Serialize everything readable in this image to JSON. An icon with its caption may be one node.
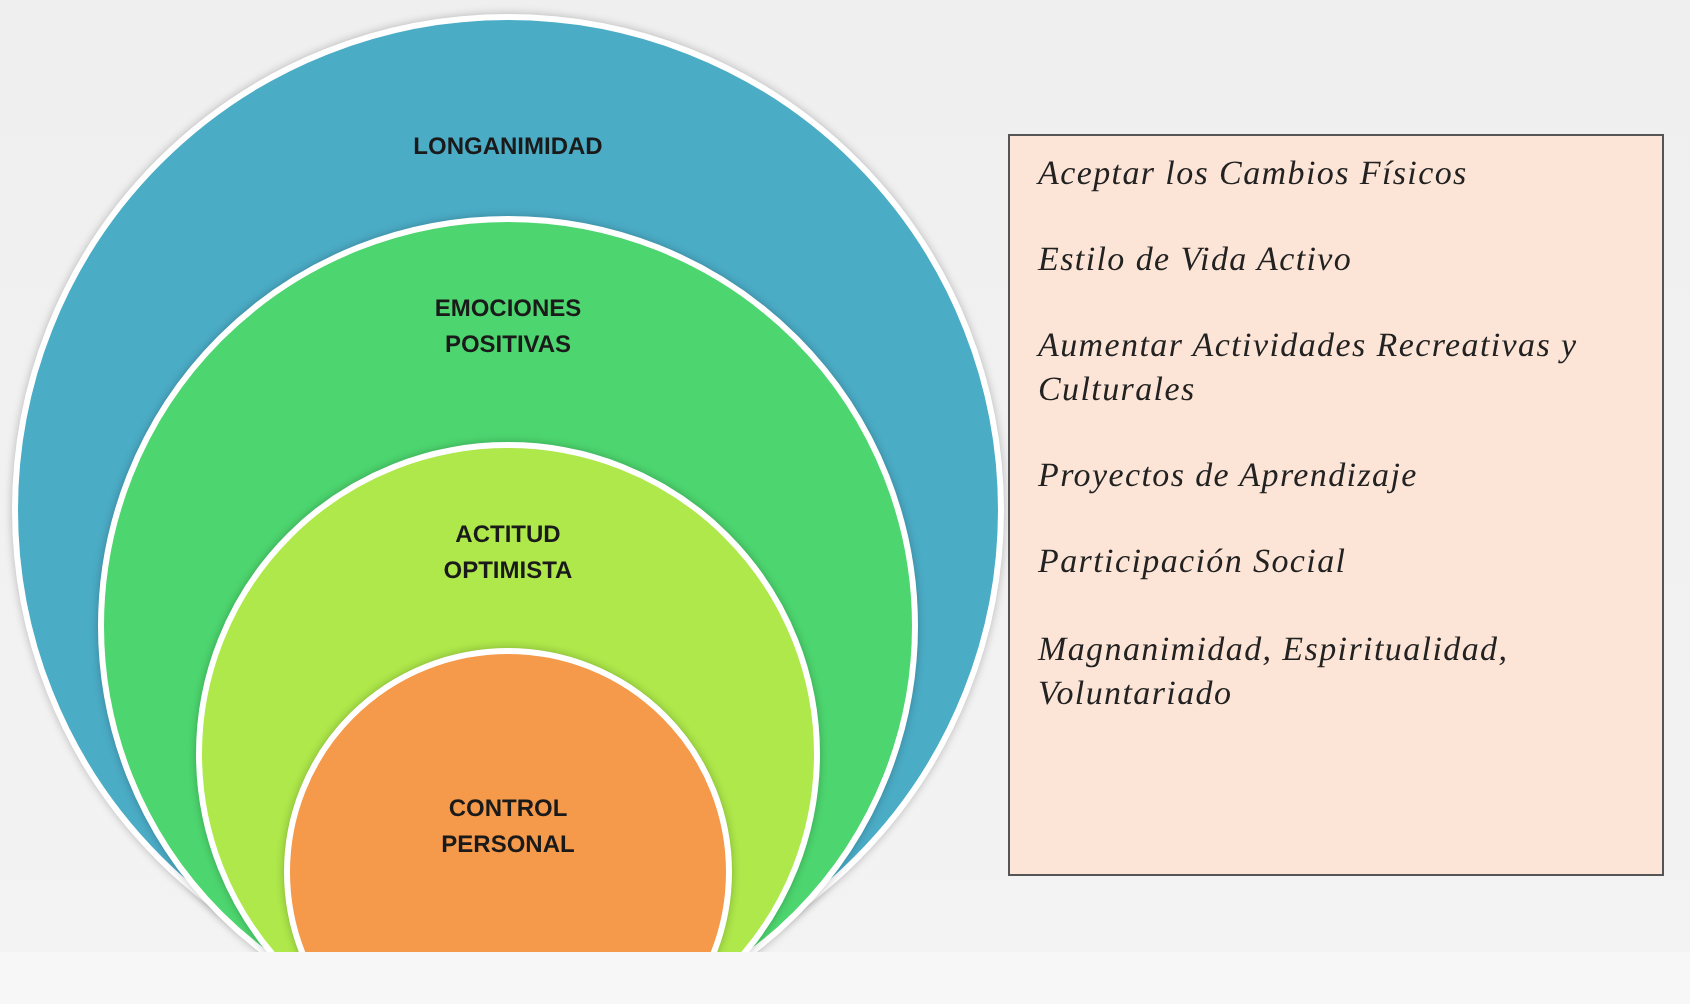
{
  "diagram": {
    "nodes": [
      {
        "text": [
          "LONGANIMIDAD"
        ]
      },
      {
        "text": [
          "EMOCIONES POSITIVAS"
        ],
        "in": 0
      },
      {
        "text": [
          "ACTITUD OPTIMISTA"
        ],
        "in": 1
      },
      {
        "text": [
          "CONTROL PERSONAL"
        ],
        "in": 2
      },
      {
        "text": [
          "Aceptar los Cambios Físicos",
          "Estilo de Vida Activo",
          "Aumentar Actividades Recreativas  y Culturales",
          "Proyectos de  Aprendizaje",
          "Participación Social",
          "Magnanimidad, Espiritualidad, Voluntariado"
        ]
      }
    ]
  }
}
